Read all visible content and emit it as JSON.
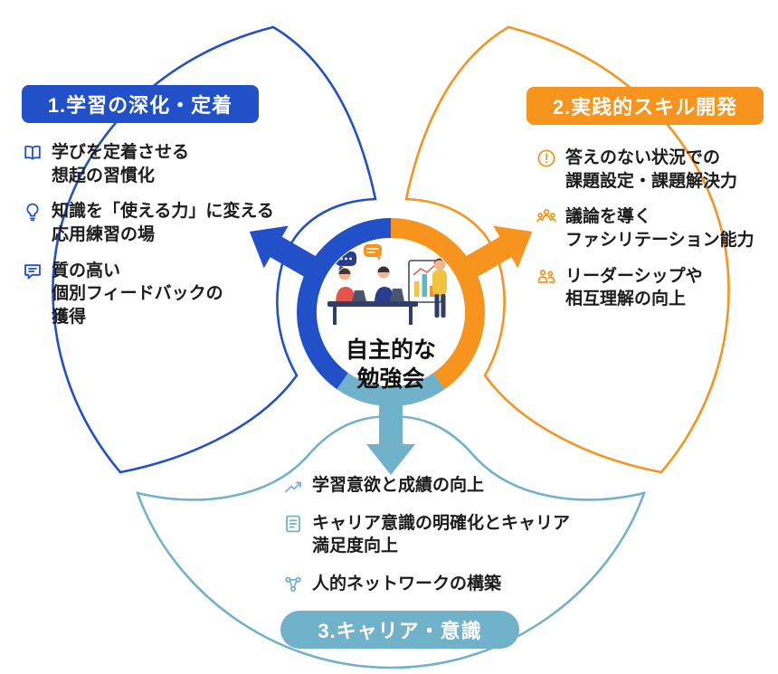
{
  "colors": {
    "blue": "#2150c8",
    "orange": "#f7941e",
    "teal": "#70b2c9",
    "text": "#1c1c1c"
  },
  "diagram": {
    "center": {
      "title": "自主的な\n勉強会",
      "illustration": "study-group-illustration"
    },
    "sections": [
      {
        "id": "learning",
        "title": "1.学習の深化・定着",
        "color": "#2150c8",
        "items": [
          {
            "icon": "book-icon",
            "text": "学びを定着させる\n想起の習慣化"
          },
          {
            "icon": "idea-icon",
            "text": "知識を「使える力」に変える\n応用練習の場"
          },
          {
            "icon": "feedback-icon",
            "text": "質の高い\n個別フィードバックの\n獲得"
          }
        ]
      },
      {
        "id": "practical-skills",
        "title": "2.実践的スキル開発",
        "color": "#f7941e",
        "items": [
          {
            "icon": "exclamation-icon",
            "text": "答えのない状況での\n課題設定・課題解決力"
          },
          {
            "icon": "facilitation-icon",
            "text": "議論を導く\nファシリテーション能力"
          },
          {
            "icon": "leadership-icon",
            "text": "リーダーシップや\n相互理解の向上"
          }
        ]
      },
      {
        "id": "career-awareness",
        "title": "3.キャリア・意識",
        "color": "#70b2c9",
        "items": [
          {
            "icon": "growth-icon",
            "text": "学習意欲と成績の向上"
          },
          {
            "icon": "career-icon",
            "text": "キャリア意識の明確化とキャリア\n満足度向上"
          },
          {
            "icon": "network-icon",
            "text": "人的ネットワークの構築"
          }
        ]
      }
    ]
  }
}
